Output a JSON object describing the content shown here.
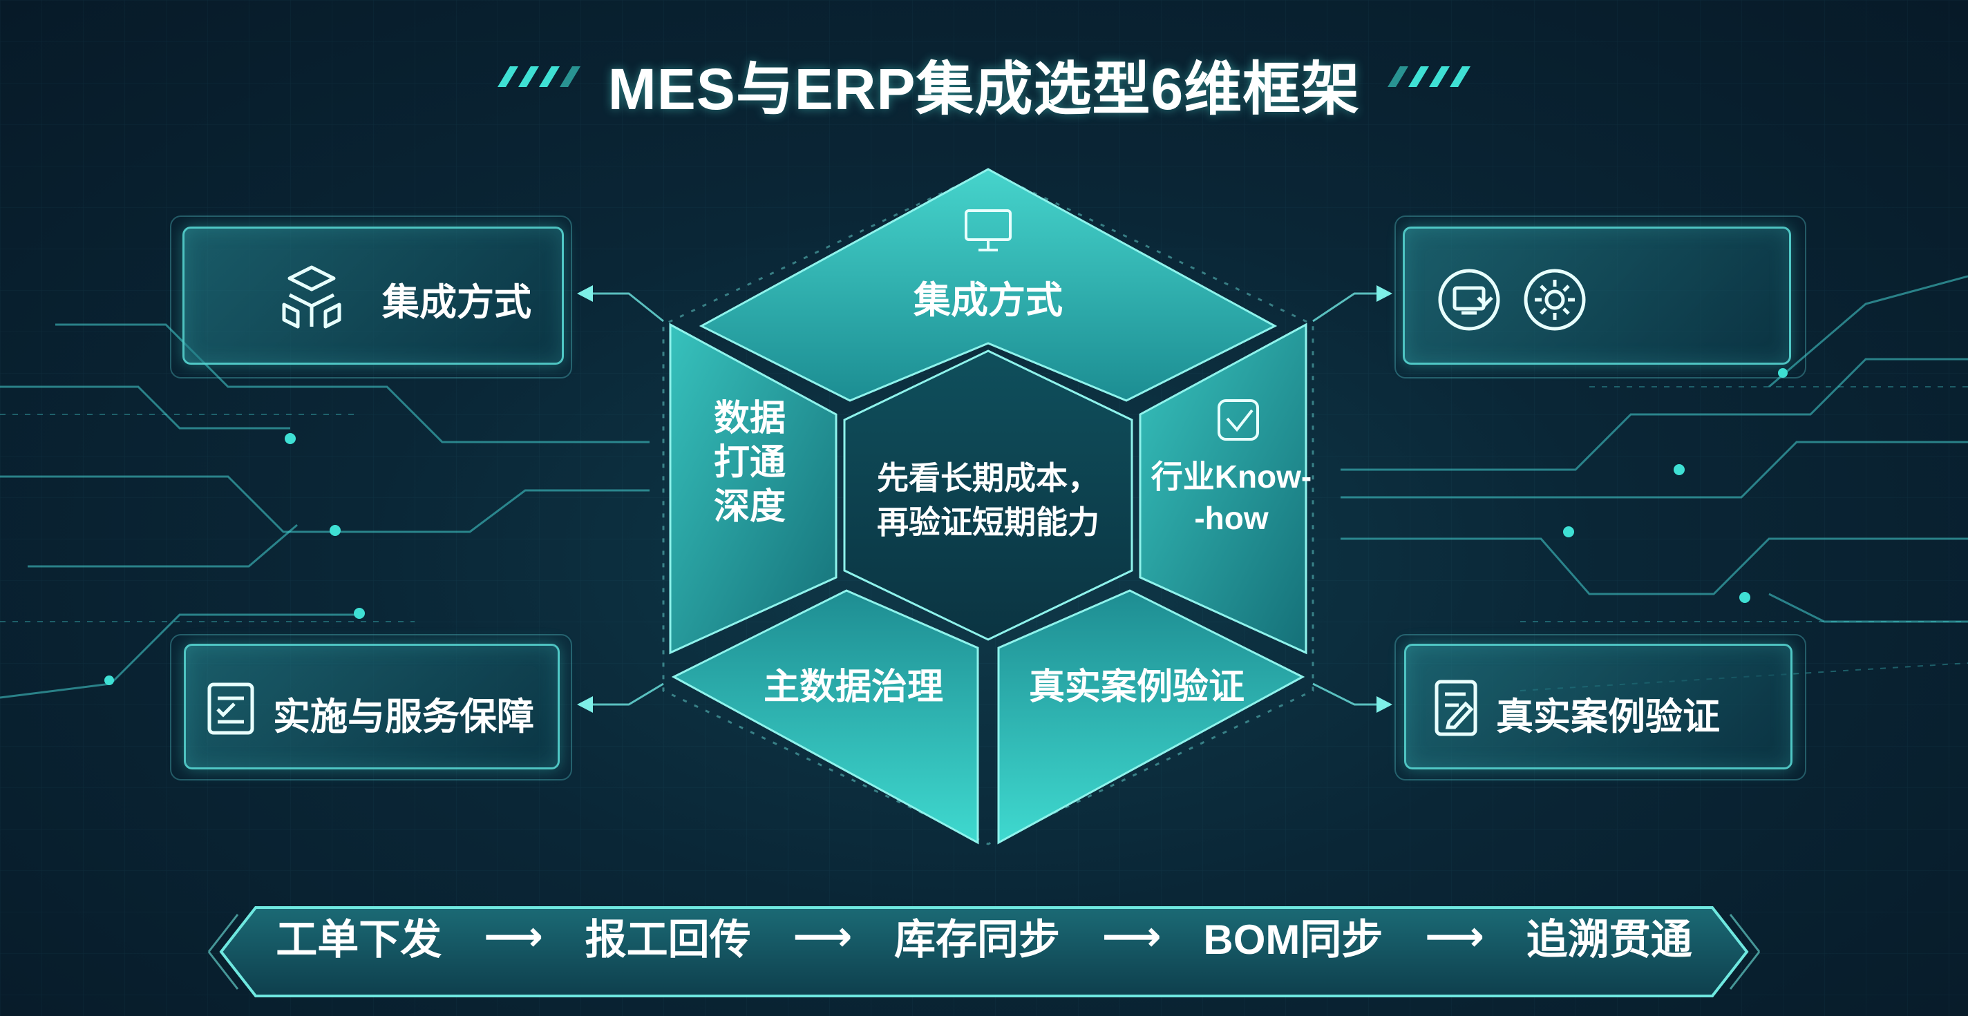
{
  "title": "MES与ERP集成选型6维框架",
  "hexagon": {
    "top": "集成方式",
    "left_lines": [
      "数据",
      "打通",
      "深度"
    ],
    "right_lines": [
      "行业Know-",
      "-how"
    ],
    "bottom_left": "主数据治理",
    "bottom_right": "真实案例验证",
    "center_lines": [
      "先看长期成本，",
      "再验证短期能力"
    ]
  },
  "cards": {
    "top_left": {
      "label": "集成方式",
      "icon": "cube-stack-icon"
    },
    "bottom_left": {
      "label": "实施与服务保障",
      "icon": "checklist-icon"
    },
    "top_right": {
      "label": "",
      "icons": [
        "refresh-screen-icon",
        "gear-icon"
      ]
    },
    "bottom_right": {
      "label": "真实案例验证",
      "icon": "document-edit-icon"
    }
  },
  "flow": {
    "steps": [
      "工单下发",
      "报工回传",
      "库存同步",
      "BOM同步",
      "追溯贯通"
    ],
    "arrow": "⟶"
  },
  "colors": {
    "accent": "#3fe0d4",
    "background": "#0a2636",
    "panel": "#1a6f78"
  }
}
